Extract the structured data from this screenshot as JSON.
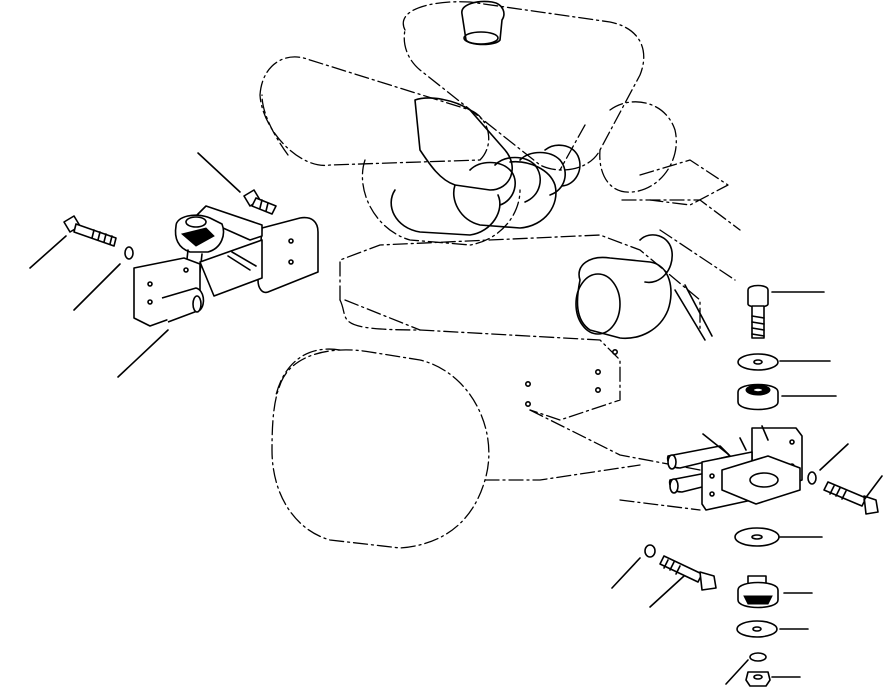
{
  "diagram": {
    "parts": [
      {
        "id": "engine",
        "icon": "engine-outline-icon"
      },
      {
        "id": "front-left-bracket",
        "icon": "mount-bracket-icon"
      },
      {
        "id": "rear-right-bracket",
        "icon": "mount-bracket-icon"
      },
      {
        "id": "bolt",
        "icon": "bolt-icon"
      },
      {
        "id": "washer",
        "icon": "washer-icon"
      },
      {
        "id": "rubber-mount",
        "icon": "rubber-cushion-icon"
      },
      {
        "id": "nut",
        "icon": "nut-icon"
      },
      {
        "id": "lock-washer",
        "icon": "lock-washer-icon"
      }
    ],
    "callout_count": 17,
    "colors": {
      "ink": "#000000",
      "paper": "#ffffff"
    }
  }
}
